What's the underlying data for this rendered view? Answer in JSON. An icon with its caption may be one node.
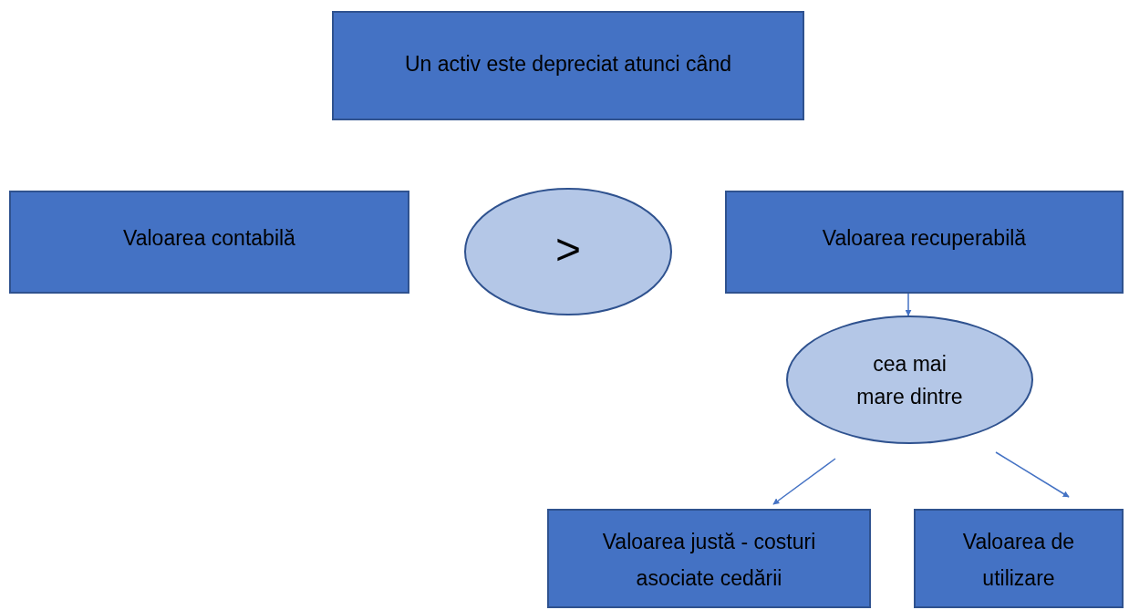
{
  "diagram": {
    "nodes": [
      {
        "text": [
          "Un activ este depreciat atunci când"
        ]
      },
      {
        "text": [
          "Valoarea contabilă"
        ]
      },
      {
        "text": [
          ">"
        ]
      },
      {
        "text": [
          "Valoarea recuperabilă"
        ]
      },
      {
        "text": [
          "cea mai mare dintre"
        ]
      },
      {
        "text": [
          "Valoarea justă - costuri asociate cedării"
        ]
      },
      {
        "text": [
          "Valoarea de utilizare"
        ]
      }
    ],
    "edges": [
      {
        "from": 3,
        "to": 4,
        "arrow": "to"
      },
      {
        "from": 4,
        "to": 5,
        "arrow": "to"
      },
      {
        "from": 4,
        "to": 6,
        "arrow": "to"
      }
    ]
  }
}
